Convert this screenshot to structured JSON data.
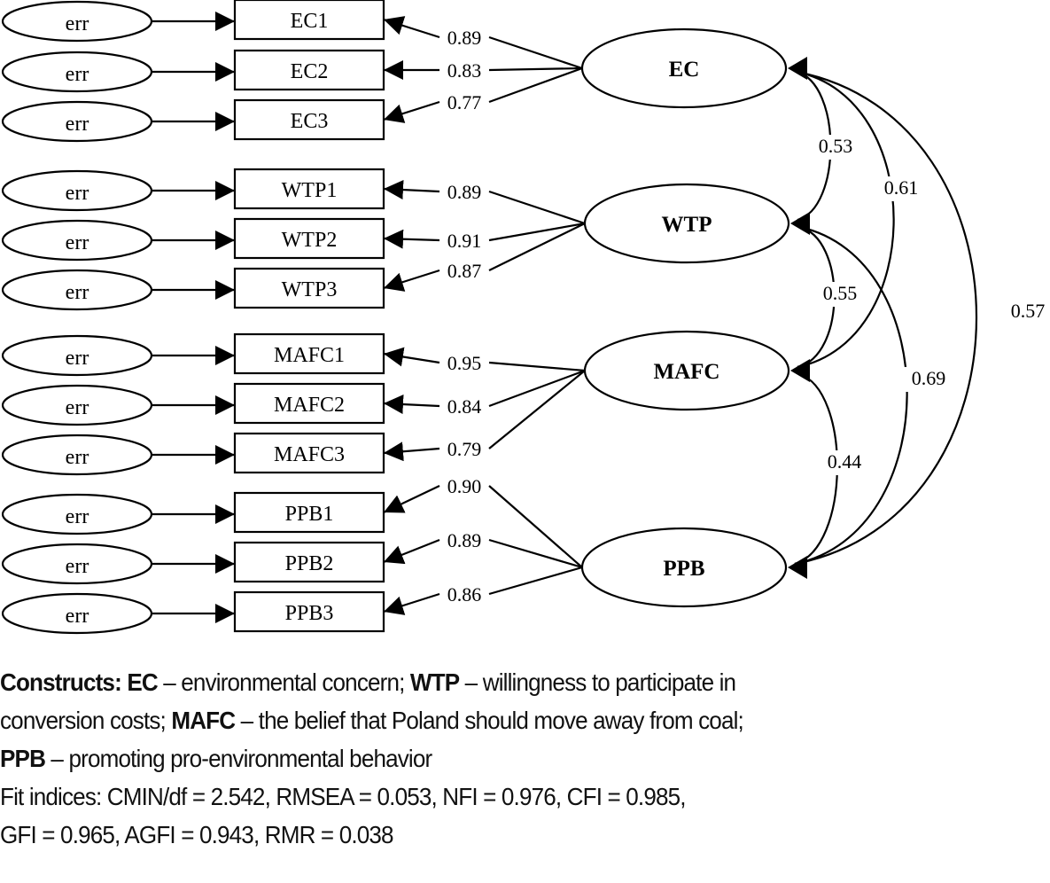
{
  "figure": {
    "error_label": "err",
    "latents": [
      {
        "id": "EC",
        "label": "EC",
        "indicators": [
          {
            "label": "EC1",
            "loading": "0.89"
          },
          {
            "label": "EC2",
            "loading": "0.83"
          },
          {
            "label": "EC3",
            "loading": "0.77"
          }
        ]
      },
      {
        "id": "WTP",
        "label": "WTP",
        "indicators": [
          {
            "label": "WTP1",
            "loading": "0.89"
          },
          {
            "label": "WTP2",
            "loading": "0.91"
          },
          {
            "label": "WTP3",
            "loading": "0.87"
          }
        ]
      },
      {
        "id": "MAFC",
        "label": "MAFC",
        "indicators": [
          {
            "label": "MAFC1",
            "loading": "0.95"
          },
          {
            "label": "MAFC2",
            "loading": "0.84"
          },
          {
            "label": "MAFC3",
            "loading": "0.79"
          }
        ]
      },
      {
        "id": "PPB",
        "label": "PPB",
        "indicators": [
          {
            "label": "PPB1",
            "loading": "0.90"
          },
          {
            "label": "PPB2",
            "loading": "0.89"
          },
          {
            "label": "PPB3",
            "loading": "0.86"
          }
        ]
      }
    ],
    "correlations": [
      {
        "from": "EC",
        "to": "WTP",
        "value": "0.53"
      },
      {
        "from": "EC",
        "to": "MAFC",
        "value": "0.61"
      },
      {
        "from": "EC",
        "to": "PPB",
        "value": "0.57"
      },
      {
        "from": "WTP",
        "to": "MAFC",
        "value": "0.55"
      },
      {
        "from": "WTP",
        "to": "PPB",
        "value": "0.69"
      },
      {
        "from": "MAFC",
        "to": "PPB",
        "value": "0.44"
      }
    ]
  },
  "caption": {
    "constructs_heading": "Constructs:",
    "items": [
      {
        "abbr": "EC",
        "text": " – environmental concern; "
      },
      {
        "abbr": "WTP",
        "text": " – willingness to participate in"
      },
      {
        "cont": "conversion costs; "
      },
      {
        "abbr": "MAFC",
        "text": " – the belief that Poland should move away from coal;"
      },
      {
        "abbr": "PPB",
        "text": " – promoting pro-environmental behavior"
      }
    ],
    "fit_line_1": "Fit indices: CMIN/df = 2.542, RMSEA = 0.053, NFI = 0.976, CFI = 0.985,",
    "fit_line_2": "GFI = 0.965, AGFI = 0.943, RMR = 0.038",
    "fit_indices": {
      "CMIN/df": "2.542",
      "RMSEA": "0.053",
      "NFI": "0.976",
      "CFI": "0.985",
      "GFI": "0.965",
      "AGFI": "0.943",
      "RMR": "0.038"
    }
  }
}
